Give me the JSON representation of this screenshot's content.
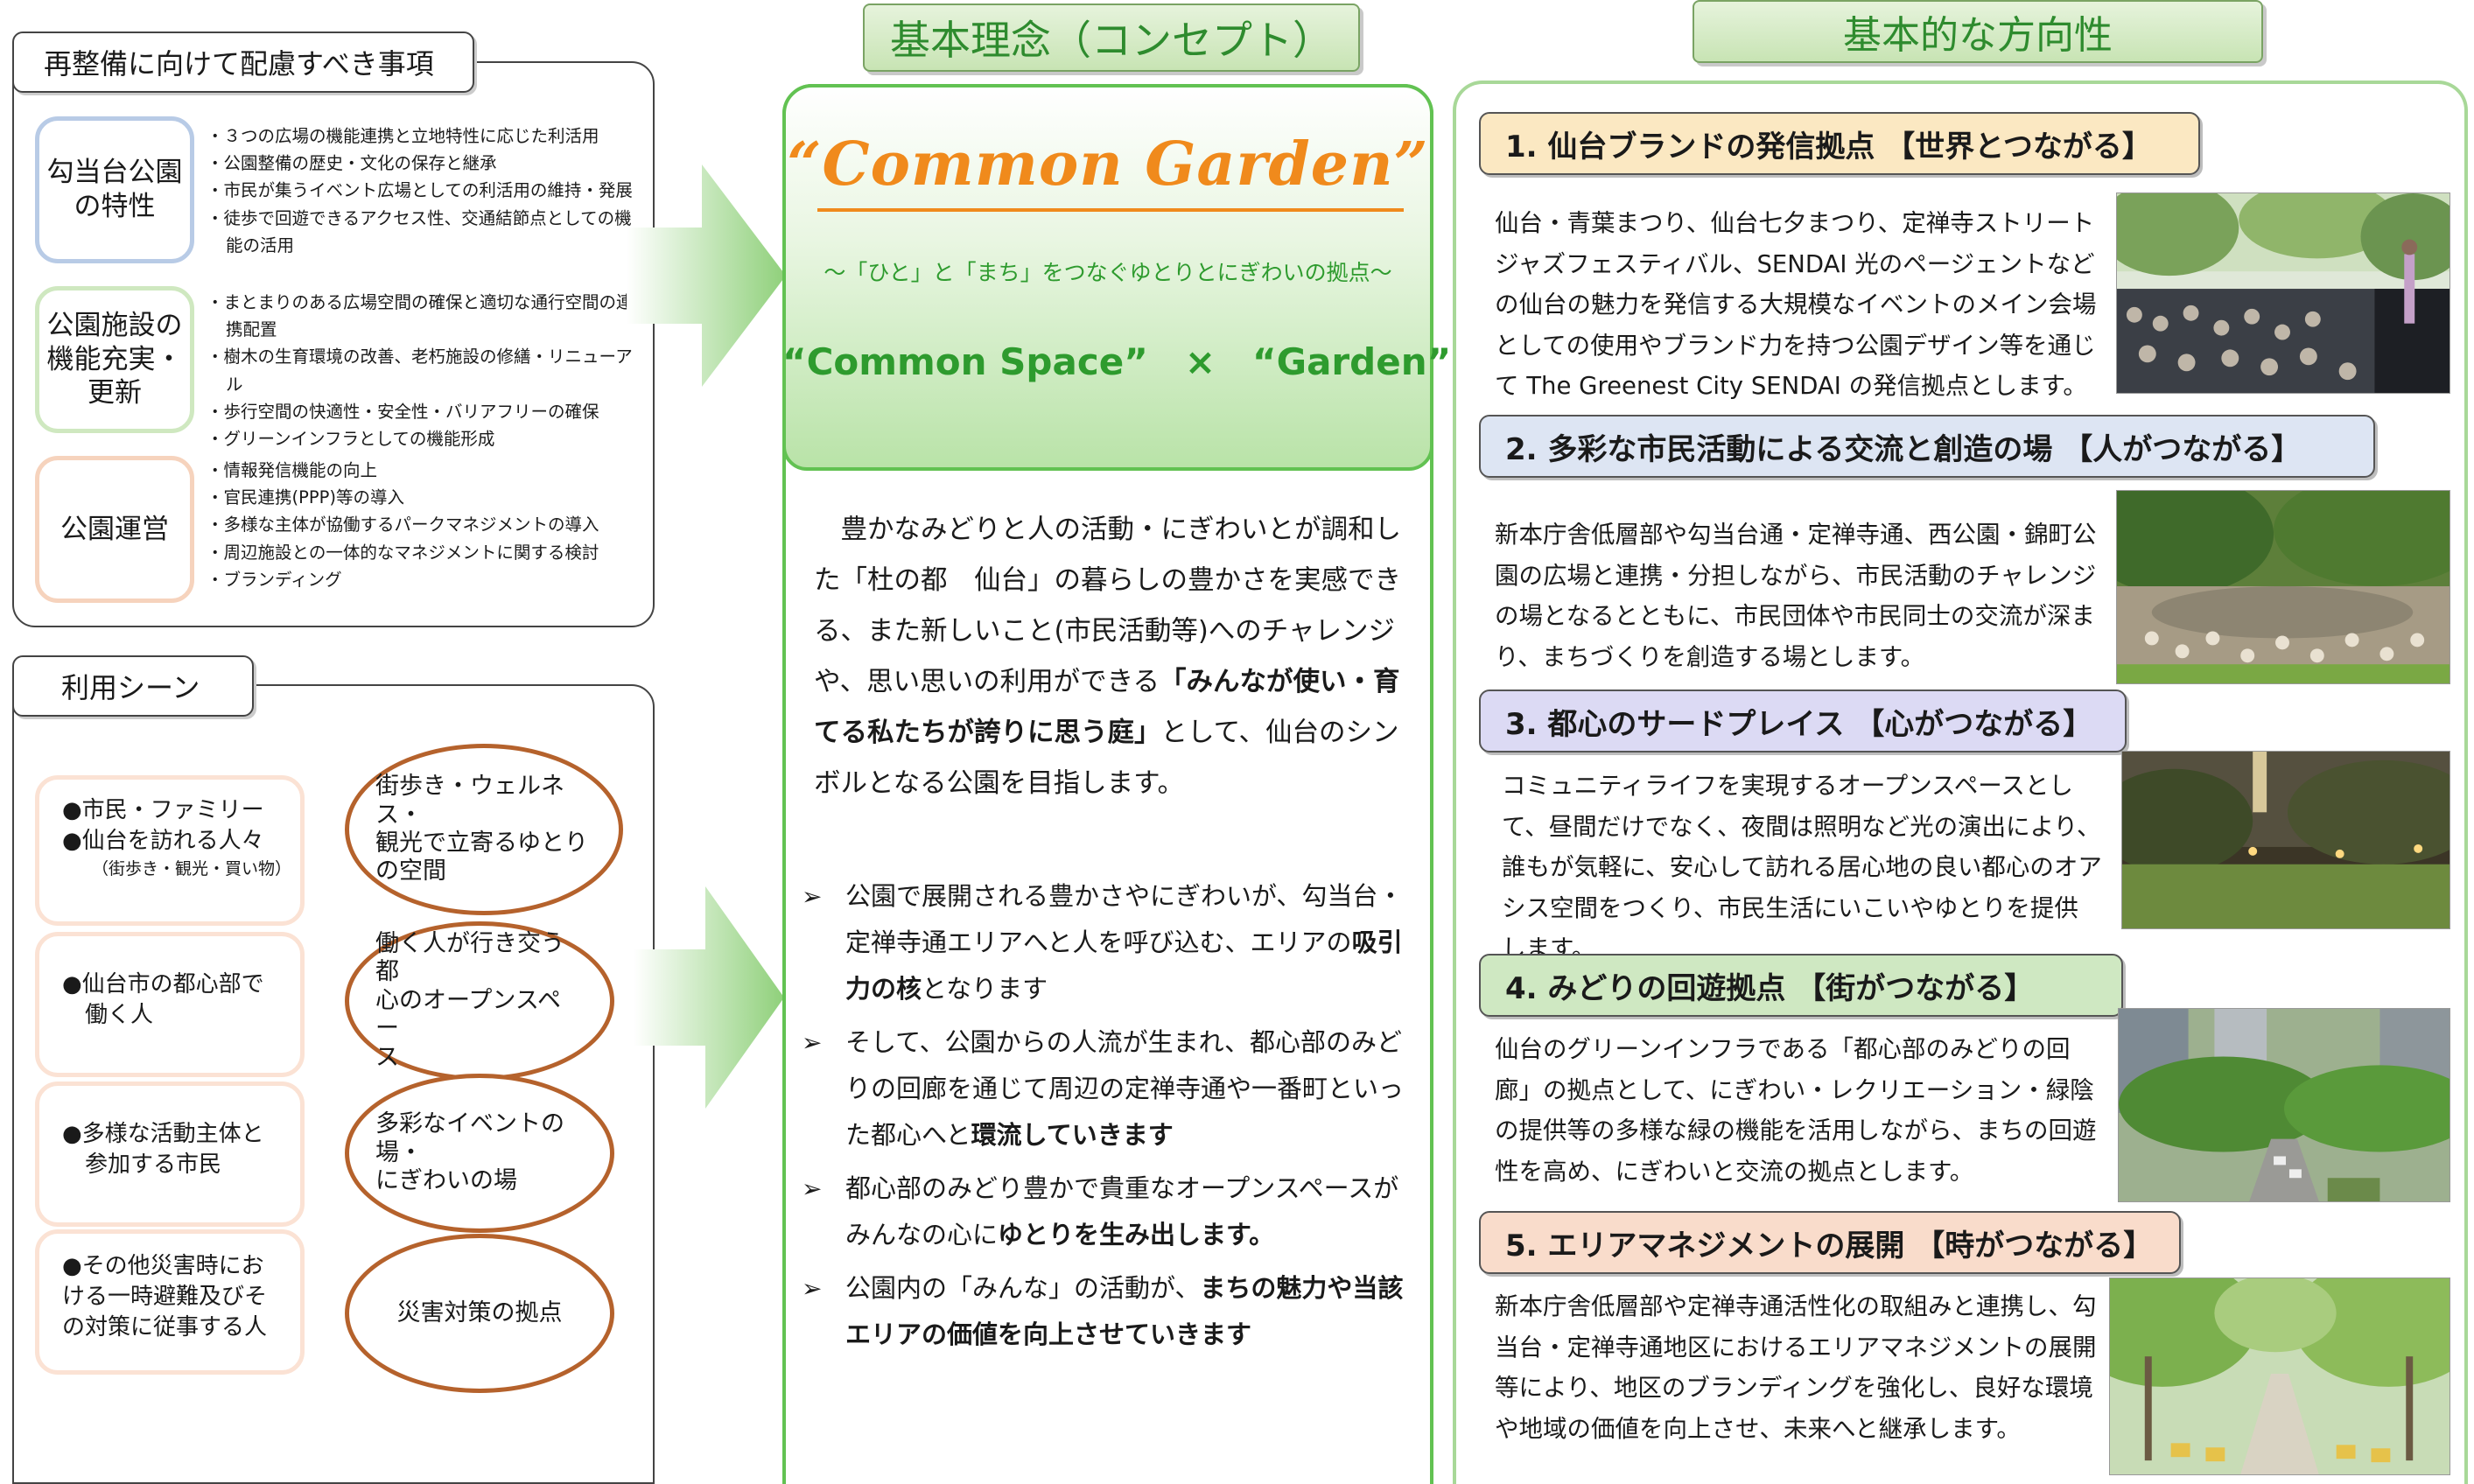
{
  "left": {
    "considerations_tab": "再整備に向けて配慮すべき事項",
    "categories": [
      {
        "label": "勾当台公園\nの特性",
        "color": "#b8cbe6",
        "items": [
          "３つの広場の機能連携と立地特性に応じた利活用",
          "公園整備の歴史・文化の保存と継承",
          "市民が集うイベント広場としての利活用の維持・発展",
          "徒歩で回遊できるアクセス性、交通結節点としての機能の活用"
        ]
      },
      {
        "label": "公園施設の\n機能充実・\n更新",
        "color": "#cfe8c0",
        "items": [
          "まとまりのある広場空間の確保と適切な通行空間の連携配置",
          "樹木の生育環境の改善、老朽施設の修繕・リニューアル",
          "歩行空間の快適性・安全性・バリアフリーの確保",
          "グリーンインフラとしての機能形成"
        ]
      },
      {
        "label": "公園運営",
        "color": "#f6d3bd",
        "items": [
          "情報発信機能の向上",
          "官民連携(PPP)等の導入",
          "多様な主体が協働するパークマネジメントの導入",
          "周辺施設との一体的なマネジメントに関する検討",
          "ブランディング"
        ]
      }
    ],
    "scenes_tab": "利用シーン",
    "scenes": [
      {
        "text": "●市民・ファミリー\n●仙台を訪れる人々",
        "sub": "（街歩き・観光・買い物）"
      },
      {
        "text": "●仙台市の都心部で\n　働く人",
        "sub": ""
      },
      {
        "text": "●多様な活動主体と\n　参加する市民",
        "sub": ""
      },
      {
        "text": "●その他災害時にお\nける一時避難及びそ\nの対策に従事する人",
        "sub": ""
      }
    ],
    "ovals": [
      "街歩き・ウェルネス・\n観光で立寄るゆとり\nの空間",
      "働く人が行き交う都\n心のオープンスペー\nス",
      "多彩なイベントの場・\nにぎわいの場",
      "災害対策の拠点"
    ]
  },
  "center": {
    "title": "基本理念（コンセプト）",
    "concept_name": "“Common Garden”",
    "concept_sub": "～「ひと」と「まち」をつなぐゆとりとにぎわいの拠点～",
    "formula": "“Common Space”　×　“Garden”",
    "body_parts": [
      "豊かなみどりと人の活動・にぎわいとが調和した「杜の都　仙台」の暮らしの豊かさを実感できる、また新しいこと(市民活動等)へのチャレンジや、思い思いの利用ができる",
      "「みんなが使い・育てる私たちが誇りに思う庭」",
      "として、仙台のシンボルとなる公園を目指します。"
    ],
    "points": [
      {
        "pre": "公園で展開される豊かさやにぎわいが、勾当台・定禅寺通エリアへと人を呼び込む、エリアの",
        "bold": "吸引力の核",
        "post": "となります"
      },
      {
        "pre": "そして、公園からの人流が生まれ、都心部のみどりの回廊を通じて周辺の定禅寺通や一番町といった都心へと",
        "bold": "環流していきます",
        "post": ""
      },
      {
        "pre": "都心部のみどり豊かで貴重なオープンスペースがみんなの心に",
        "bold": "ゆとりを生み出します。",
        "post": ""
      },
      {
        "pre": "公園内の「みんな」の活動が、",
        "bold": "まちの魅力や当該エリアの価値を向上させていきます",
        "post": ""
      }
    ],
    "point_marker": "➢"
  },
  "right": {
    "title": "基本的な方向性",
    "directions": [
      {
        "heading": "1. 仙台ブランドの発信拠点 【世界とつながる】",
        "color": "#fbe8c2",
        "text": "仙台・青葉まつり、仙台七夕まつり、定禅寺ストリートジャズフェスティバル、SENDAI 光のページェントなどの仙台の魅力を発信する大規模なイベントのメイン会場としての使用やブランド力を持つ公園デザイン等を通じて The Greenest City SENDAI の発信拠点とします。",
        "photo": "festival-crowd-photo"
      },
      {
        "heading": "2. 多彩な市民活動による交流と創造の場 【人がつながる】",
        "color": "#dde5f3",
        "text": "新本庁舎低層部や勾当台通・定禅寺通、西公園・錦町公園の広場と連携・分担しながら、市民活動のチャレンジの場となるとともに、市民団体や市民同士の交流が深まり、まちづくりを創造する場とします。",
        "photo": "park-gathering-photo"
      },
      {
        "heading": "3. 都心のサードプレイス 【心がつながる】",
        "color": "#dcdaf4",
        "text": "コミュニティライフを実現するオープンスペースとして、昼間だけでなく、夜間は照明など光の演出により、誰もが気軽に、安心して訪れる居心地の良い都心のオアシス空間をつくり、市民生活にいこいやゆとりを提供します。",
        "photo": "night-park-photo"
      },
      {
        "heading": "4. みどりの回遊拠点 【街がつながる】",
        "color": "#cfe8c2",
        "text": "仙台のグリーンインフラである「都心部のみどりの回廊」の拠点として、にぎわい・レクリエーション・緑陰の提供等の多様な緑の機能を活用しながら、まちの回遊性を高め、にぎわいと交流の拠点とします。",
        "photo": "green-avenue-photo"
      },
      {
        "heading": "5. エリアマネジメントの展開 【時がつながる】",
        "color": "#f9dccb",
        "text": "新本庁舎低層部や定禅寺通活性化の取組みと連携し、勾当台・定禅寺通地区におけるエリアマネジメントの展開等により、地区のブランディングを強化し、良好な環境や地域の価値を向上させ、未来へと継承します。",
        "photo": "tree-lined-street-photo"
      }
    ]
  },
  "colors": {
    "accent_green": "#62c252",
    "concept_orange": "#f08a1c",
    "oval_brown": "#b5622c"
  }
}
